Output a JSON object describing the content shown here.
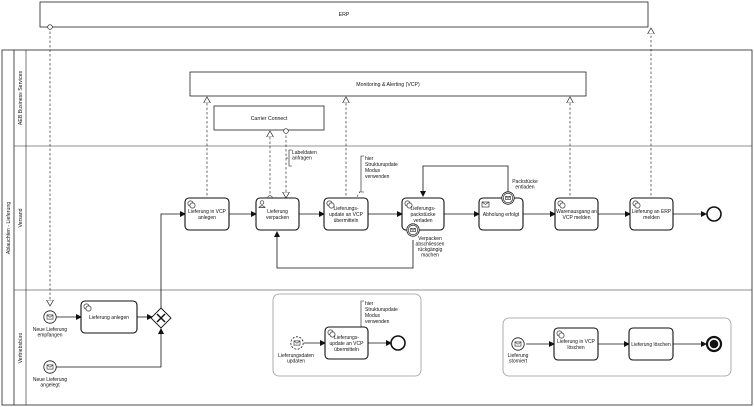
{
  "pools": {
    "erp_title": "ERP",
    "main_pool_title": "Ablauchten - Lieferung",
    "lane_services": "AEB Business Services",
    "lane_versand": "Versand",
    "lane_vertrieb": "Vertriebsbüro"
  },
  "systems": {
    "monitoring": "Monitoring & Alerting (VCP)",
    "carrier": "Carrier Connect"
  },
  "tasks": {
    "vcp_anlegen": [
      "Lieferung in VCP",
      "anlegen"
    ],
    "verpacken": [
      "Lieferung",
      "verpacken"
    ],
    "update1": [
      "Lieferungs-",
      "update an VCP",
      "übermitteln"
    ],
    "packstuecke": [
      "Lieferungs-",
      "packstücke",
      "verladen"
    ],
    "abholung": [
      "Abholung erfolgt"
    ],
    "warenausgang": [
      "Warenausgang an",
      "VCP melden"
    ],
    "erp_melden": [
      "Lieferung an ERP",
      "melden"
    ],
    "anlegen": [
      "Lieferung anlegen"
    ],
    "update2": [
      "Lieferungs-",
      "update an VCP",
      "übermitteln"
    ],
    "vcp_loeschen": [
      "Lieferung in VCP",
      "löschen"
    ],
    "loeschen": [
      "Lieferung löschen"
    ]
  },
  "events": {
    "neue_empfangen": [
      "Neue Lieferung",
      "empfangen"
    ],
    "neue_angelegt": [
      "Neue Lieferung",
      "angelegt"
    ],
    "daten_update": [
      "Lieferungsdaten",
      "updaten"
    ],
    "storniert": [
      "Lieferung",
      "storniert"
    ],
    "packstuecke_entladen": [
      "Packstücke",
      "entladen"
    ],
    "verpacken_rueck": [
      "Verpacken",
      "abschliessen",
      "rückgängig",
      "machen"
    ]
  },
  "annotations": {
    "labeldaten": [
      "Labeldaten",
      "anfragen"
    ],
    "hier1": [
      "hier",
      "Strukturupdate",
      "Modus",
      "verwenden"
    ],
    "hier2": [
      "hier",
      "Strukturupdate",
      "Modus",
      "verwenden"
    ]
  }
}
